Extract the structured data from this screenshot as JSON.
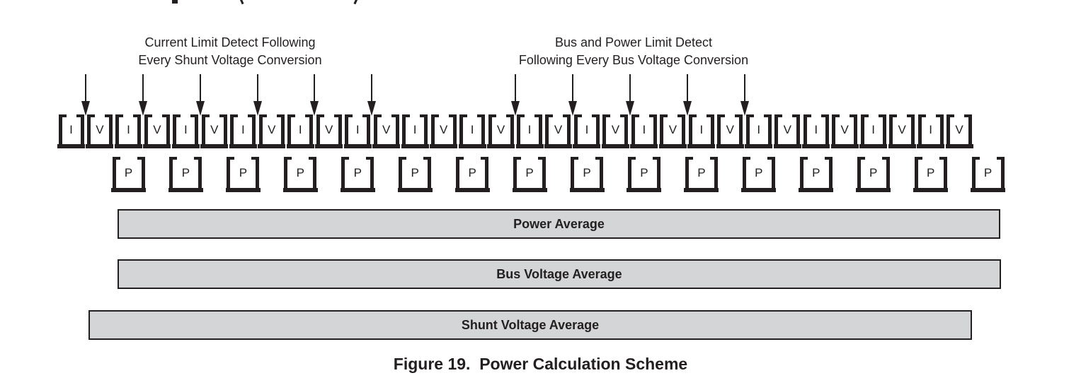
{
  "figure": {
    "caption": "Figure 19.  Power Calculation Scheme"
  },
  "annotations": {
    "left": {
      "line1": "Current Limit Detect Following",
      "line2": "Every Shunt Voltage Conversion"
    },
    "right": {
      "line1": "Bus and Power Limit Detect",
      "line2": "Following Every Bus Voltage Conversion"
    }
  },
  "conversion_row": {
    "sequence": [
      "I",
      "V",
      "I",
      "V",
      "I",
      "V",
      "I",
      "V",
      "I",
      "V",
      "I",
      "V",
      "I",
      "V",
      "I",
      "V",
      "I",
      "V",
      "I",
      "V",
      "I",
      "V",
      "I",
      "V",
      "I",
      "V",
      "I",
      "V",
      "I",
      "V",
      "I",
      "V"
    ]
  },
  "power_row": {
    "label": "P",
    "count": 16
  },
  "arrows": {
    "left_after_box_indices": [
      0,
      2,
      4,
      6,
      8,
      10
    ],
    "right_after_box_indices": [
      15,
      17,
      19,
      21,
      23
    ]
  },
  "bars": [
    {
      "label": "Power Average"
    },
    {
      "label": "Bus Voltage Average"
    },
    {
      "label": "Shunt Voltage Average"
    }
  ],
  "colors": {
    "ink": "#231f20",
    "bar_fill": "#d3d5d6"
  }
}
